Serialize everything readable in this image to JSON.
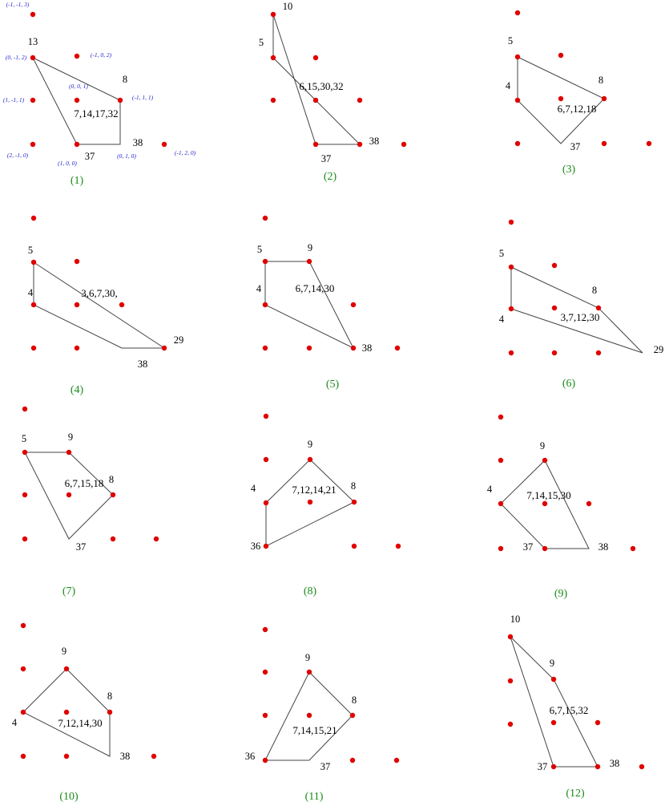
{
  "colors": {
    "dot": "#e00000",
    "edge": "#444444",
    "label": "#000000",
    "coord": "#1c1ccc",
    "caption": "#1a8a1a"
  },
  "panels": [
    {
      "caption": "(1)",
      "dots": 9,
      "vertex_labels": [
        "13",
        "8",
        "38",
        "37"
      ],
      "center_label": "7,14,17,32",
      "coords": [
        "(-1, -1, 3)",
        "(0, -1, 2)",
        "(-1, 0, 2)",
        "(0, 0, 1)",
        "(1, -1, 1)",
        "(-1, 1, 1)",
        "(2, -1, 0)",
        "(1, 0, 0)",
        "(0, 1, 0)",
        "(-1, 2, 0)"
      ]
    },
    {
      "caption": "(2)",
      "dots": 9,
      "vertex_labels": [
        "10",
        "5",
        "38",
        "37"
      ],
      "center_label": "6,15,30,32"
    },
    {
      "caption": "(3)",
      "dots": 9,
      "vertex_labels": [
        "5",
        "4",
        "8",
        "37"
      ],
      "center_label": "6,7,12,18"
    },
    {
      "caption": "(4)",
      "dots": 9,
      "vertex_labels": [
        "5",
        "4",
        "29",
        "38"
      ],
      "center_label": "3,6,7,30,"
    },
    {
      "caption": "(5)",
      "dots": 9,
      "vertex_labels": [
        "5",
        "9",
        "4",
        "38"
      ],
      "center_label": "6,7,14,30"
    },
    {
      "caption": "(6)",
      "dots": 9,
      "vertex_labels": [
        "5",
        "8",
        "4",
        "29"
      ],
      "center_label": "3,7,12,30"
    },
    {
      "caption": "(7)",
      "dots": 9,
      "vertex_labels": [
        "5",
        "9",
        "8",
        "37"
      ],
      "center_label": "6,7,15,18"
    },
    {
      "caption": "(8)",
      "dots": 9,
      "vertex_labels": [
        "9",
        "4",
        "8",
        "36"
      ],
      "center_label": "7,12,14,21"
    },
    {
      "caption": "(9)",
      "dots": 9,
      "vertex_labels": [
        "9",
        "4",
        "37",
        "38"
      ],
      "center_label": "7,14,15,30"
    },
    {
      "caption": "(10)",
      "dots": 9,
      "vertex_labels": [
        "9",
        "8",
        "4",
        "38"
      ],
      "center_label": "7,12,14,30"
    },
    {
      "caption": "(11)",
      "dots": 9,
      "vertex_labels": [
        "9",
        "8",
        "36",
        "37"
      ],
      "center_label": "7,14,15,21"
    },
    {
      "caption": "(12)",
      "dots": 9,
      "vertex_labels": [
        "10",
        "9",
        "37",
        "38"
      ],
      "center_label": "6,7,15,32"
    }
  ]
}
